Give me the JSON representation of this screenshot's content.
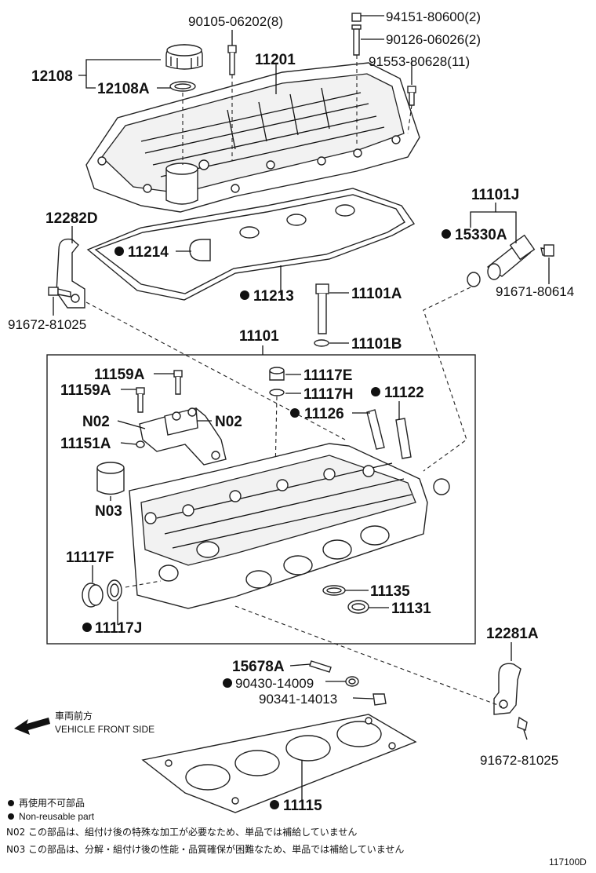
{
  "parts": {
    "p_90105": "90105-06202(8)",
    "p_94151": "94151-80600(2)",
    "p_90126": "90126-06026(2)",
    "p_91553": "91553-80628(11)",
    "p_12108": "12108",
    "p_12108A": "12108A",
    "p_11201": "11201",
    "p_11101J": "11101J",
    "p_12282D": "12282D",
    "p_15330A": "15330A",
    "p_11214": "11214",
    "p_91671": "91671-80614",
    "p_11213": "11213",
    "p_11101A": "11101A",
    "p_91672a": "91672-81025",
    "p_11101": "11101",
    "p_11101B": "11101B",
    "p_11159A_1": "11159A",
    "p_11117E": "11117E",
    "p_11159A_2": "11159A",
    "p_11117H": "11117H",
    "p_11122": "11122",
    "p_N02_l": "N02",
    "p_11126": "11126",
    "p_N02_r": "N02",
    "p_11151A": "11151A",
    "p_N03": "N03",
    "p_11117F": "11117F",
    "p_11135": "11135",
    "p_11131": "11131",
    "p_11117J": "11117J",
    "p_12281A": "12281A",
    "p_15678A": "15678A",
    "p_90430": "90430-14009",
    "p_90341": "90341-14013",
    "p_91672b": "91672-81025",
    "p_11115": "11115"
  },
  "front": {
    "jp": "車両前方",
    "en": "VEHICLE FRONT SIDE"
  },
  "legend": {
    "jp": "再使用不可部品",
    "en": "Non-reusable part",
    "n02": "N02 この部品は、組付け後の特殊な加工が必要なため、単品では補給していません",
    "n03": "N03 この部品は、分解・組付け後の性能・品質確保が困難なため、単品では補給していません"
  },
  "figure_id": "117100D"
}
